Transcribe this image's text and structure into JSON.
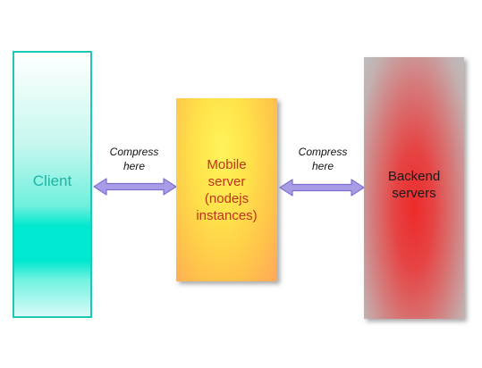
{
  "diagram": {
    "client": {
      "label": "Client"
    },
    "mobile_server": {
      "label": "Mobile\nserver\n(nodejs\ninstances)"
    },
    "backend": {
      "label": "Backend\nservers"
    },
    "left_note": {
      "label": "Compress\nhere"
    },
    "right_note": {
      "label": "Compress\nhere"
    }
  },
  "colors": {
    "arrow_fill": "#a99ce6",
    "arrow_stroke": "#7f6fd0",
    "client_border": "#1ec8b4",
    "client_text": "#1bb5a3",
    "mobile_text": "#c0331c"
  }
}
